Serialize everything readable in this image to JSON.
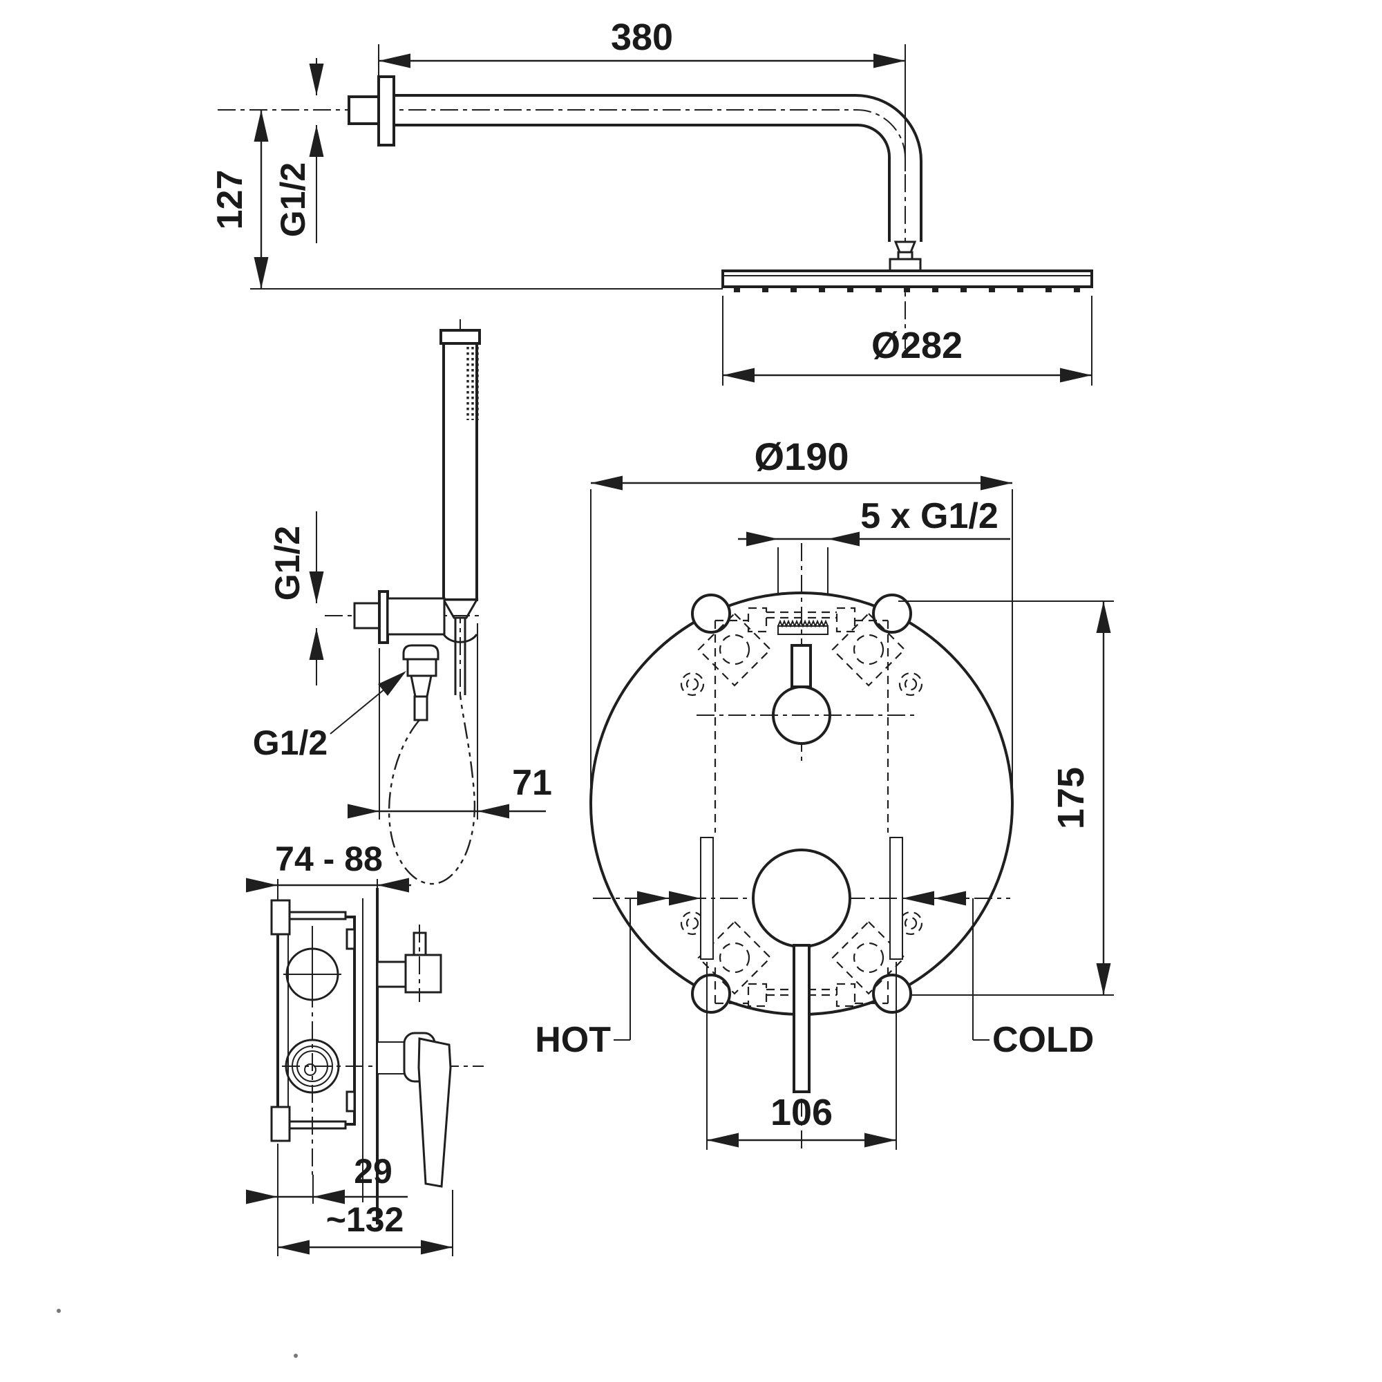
{
  "meta": {
    "kind": "technical dimension drawing",
    "product": "concealed shower set (rain head, hand shower, built-in mixer)"
  },
  "dims": {
    "arm_length": "380",
    "arm_drop": "127",
    "arm_thread": "G1/2",
    "head_diameter": "Ø282",
    "hand_thread": "G1/2",
    "outlet_thread": "G1/2",
    "hand_offset": "71",
    "embed_range": "74 - 88",
    "plate_diameter": "Ø190",
    "plate_ports": "5 x G1/2",
    "bolt_span": "175",
    "hot": "HOT",
    "cold": "COLD",
    "port_spacing": "106",
    "axis_depth": "29",
    "overall_depth": "~132"
  }
}
